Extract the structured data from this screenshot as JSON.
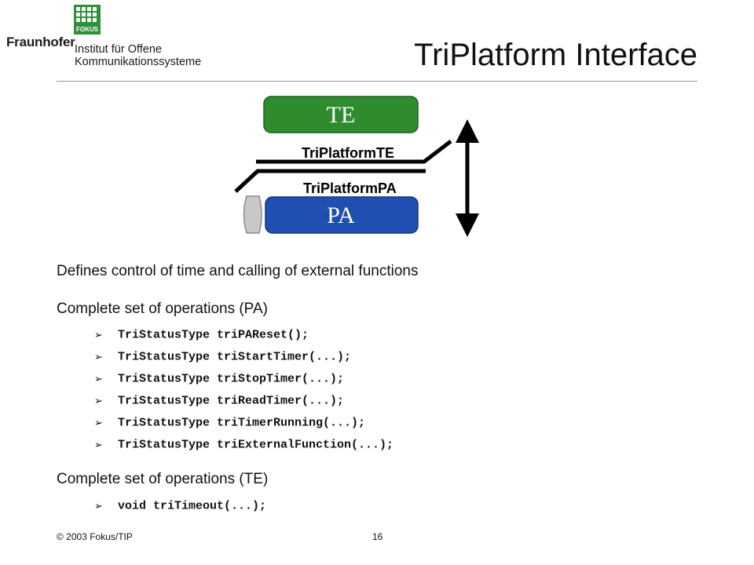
{
  "logo": {
    "emblem_text": "FOKUS",
    "brand": "Fraunhofer",
    "institute_line1": "Institut für Offene",
    "institute_line2": "Kommunikationssysteme"
  },
  "title": "TriPlatform Interface",
  "diagram": {
    "te_label": "TE",
    "pa_label": "PA",
    "te_interface": "TriPlatformTE",
    "pa_interface": "TriPlatformPA",
    "colors": {
      "te": "#2e8b2e",
      "pa": "#1f4fb0",
      "sa_stub": "#c8c8c8"
    }
  },
  "body": {
    "line1": "Defines control of time and calling of external functions",
    "pa_heading": "Complete set of operations (PA)",
    "pa_ops": [
      "TriStatusType triPAReset();",
      "TriStatusType triStartTimer(...);",
      "TriStatusType triStopTimer(...);",
      "TriStatusType triReadTimer(...);",
      "TriStatusType triTimerRunning(...);",
      "TriStatusType triExternalFunction(...);"
    ],
    "te_heading": "Complete set of operations (TE)",
    "te_ops": [
      "void triTimeout(...);"
    ],
    "bullet_glyph": "➢"
  },
  "footer": {
    "copyright": "© 2003 Fokus/TIP",
    "page_number": "16"
  }
}
